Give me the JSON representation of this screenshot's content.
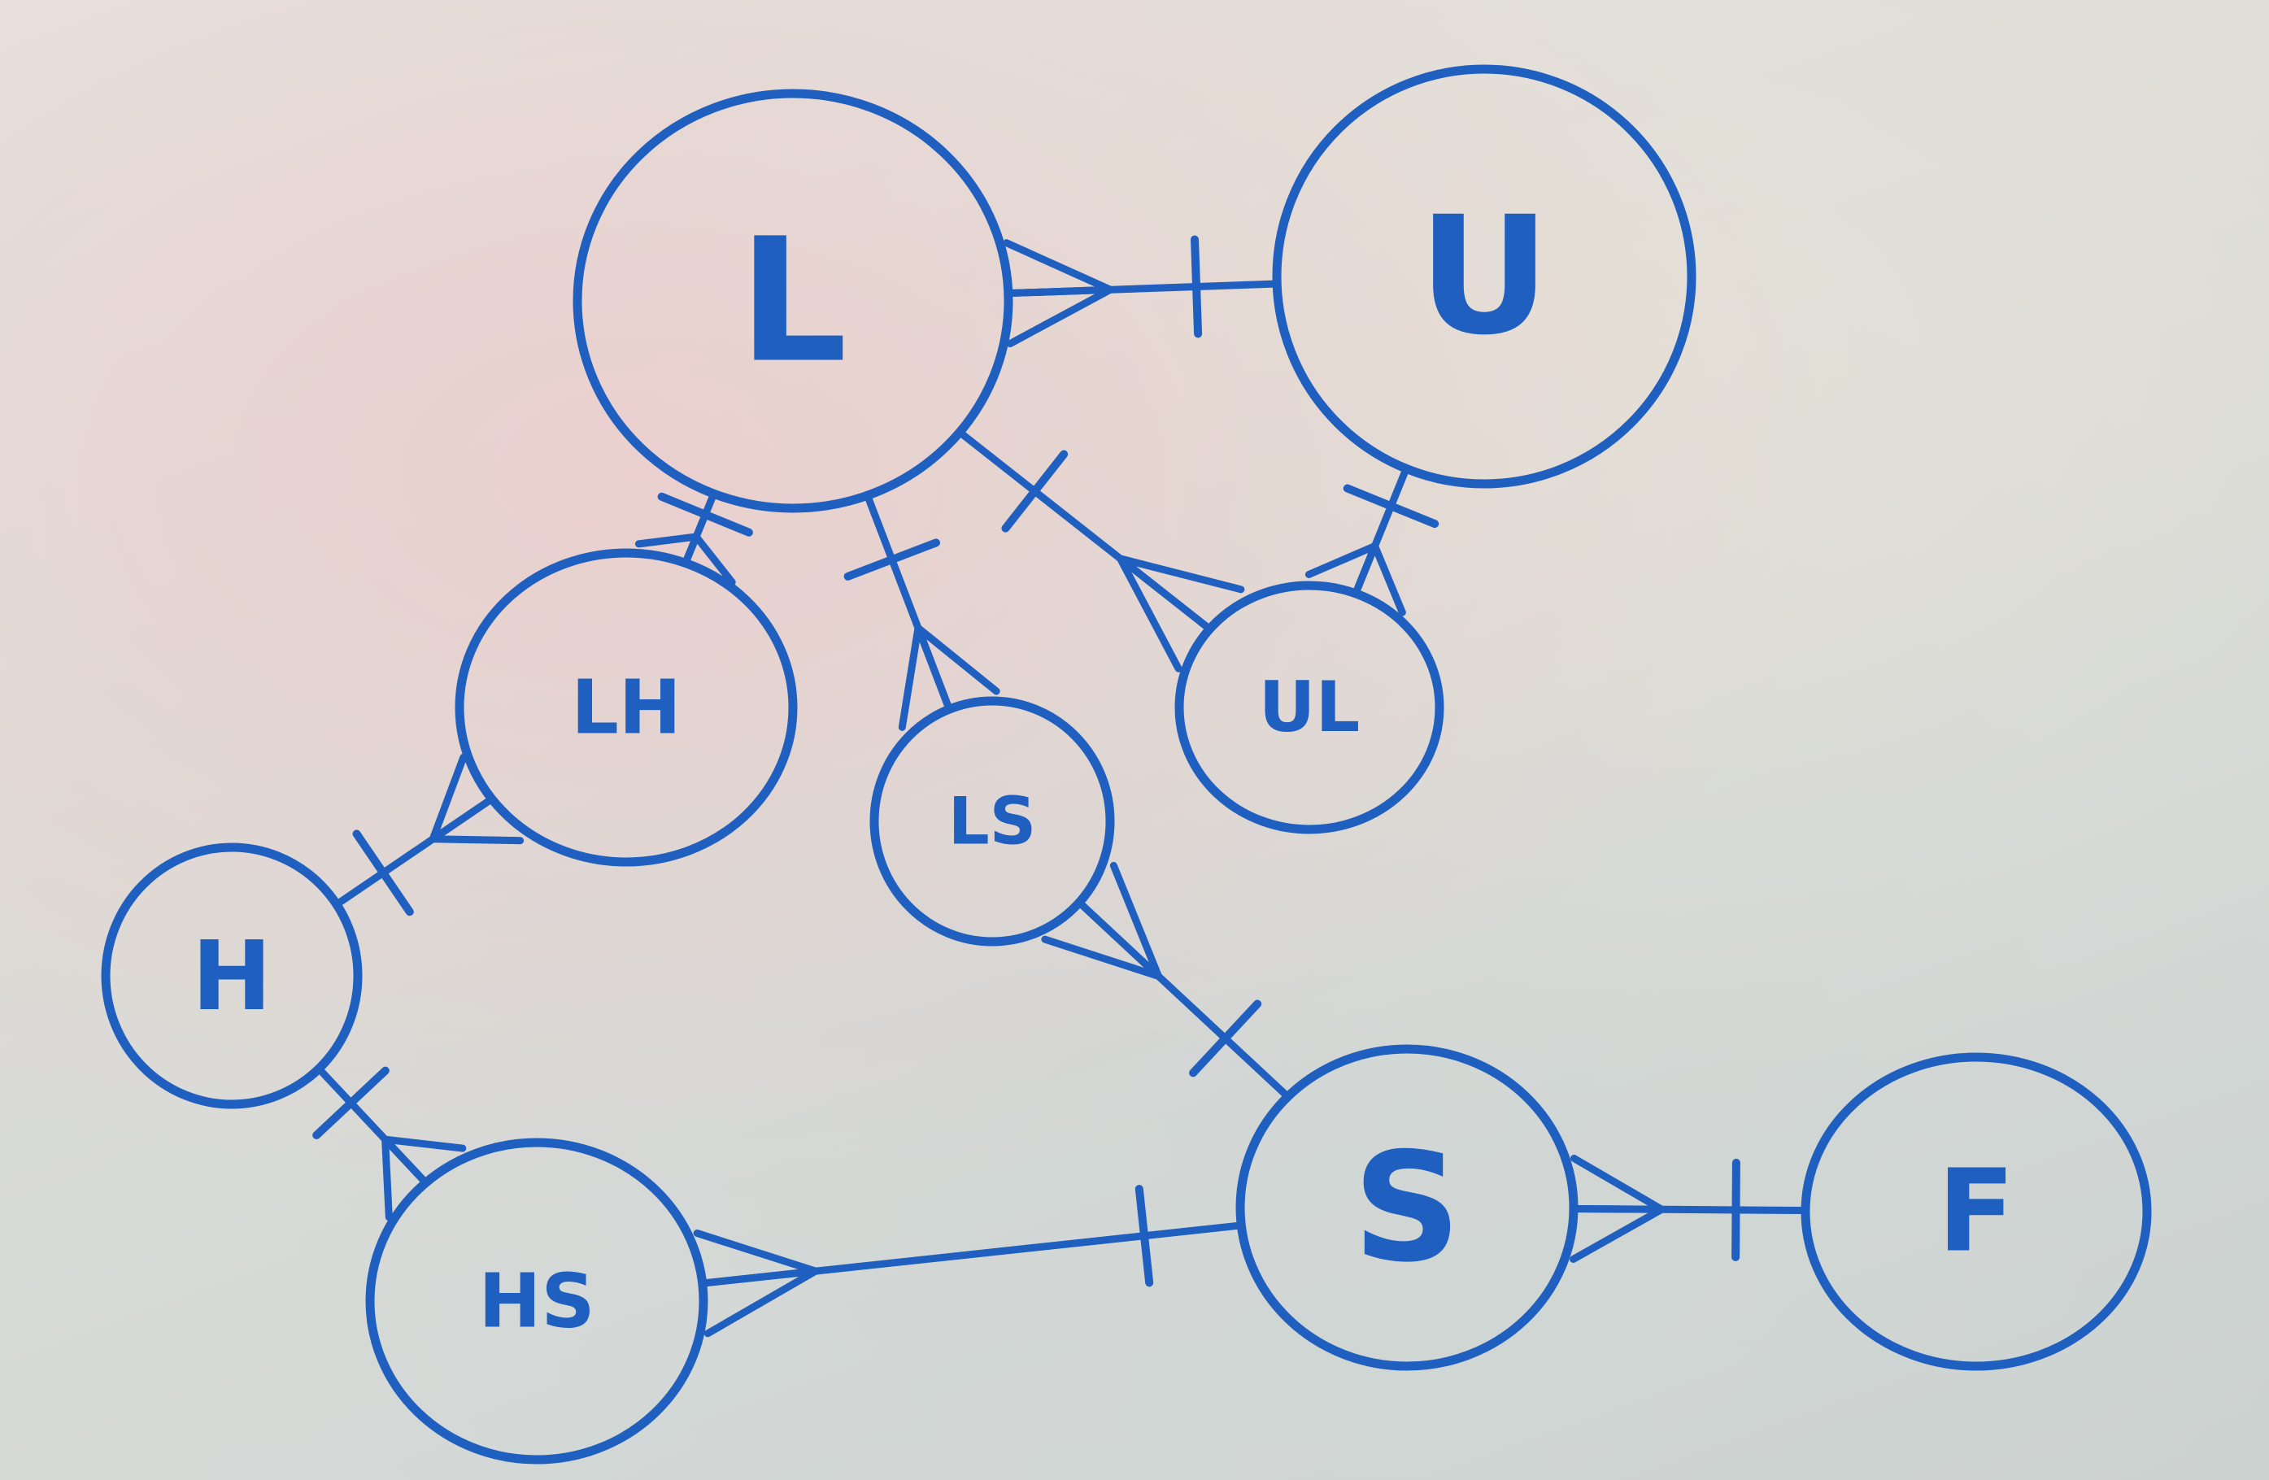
{
  "colors": {
    "marker": "#1f5fbf",
    "board": "#dcdcd7"
  },
  "entities": [
    {
      "id": "L",
      "label": "L"
    },
    {
      "id": "U",
      "label": "U"
    },
    {
      "id": "LH",
      "label": "LH"
    },
    {
      "id": "LS",
      "label": "LS"
    },
    {
      "id": "UL",
      "label": "UL"
    },
    {
      "id": "H",
      "label": "H"
    },
    {
      "id": "HS",
      "label": "HS"
    },
    {
      "id": "S",
      "label": "S"
    },
    {
      "id": "F",
      "label": "F"
    }
  ],
  "relationships": [
    {
      "many": "L",
      "one": "U"
    },
    {
      "many": "LH",
      "one": "L"
    },
    {
      "many": "LS",
      "one": "L"
    },
    {
      "many": "UL",
      "one": "L"
    },
    {
      "many": "UL",
      "one": "U"
    },
    {
      "many": "LH",
      "one": "H"
    },
    {
      "many": "HS",
      "one": "H"
    },
    {
      "many": "LS",
      "one": "S"
    },
    {
      "many": "HS",
      "one": "S"
    },
    {
      "many": "S",
      "one": "F"
    }
  ]
}
